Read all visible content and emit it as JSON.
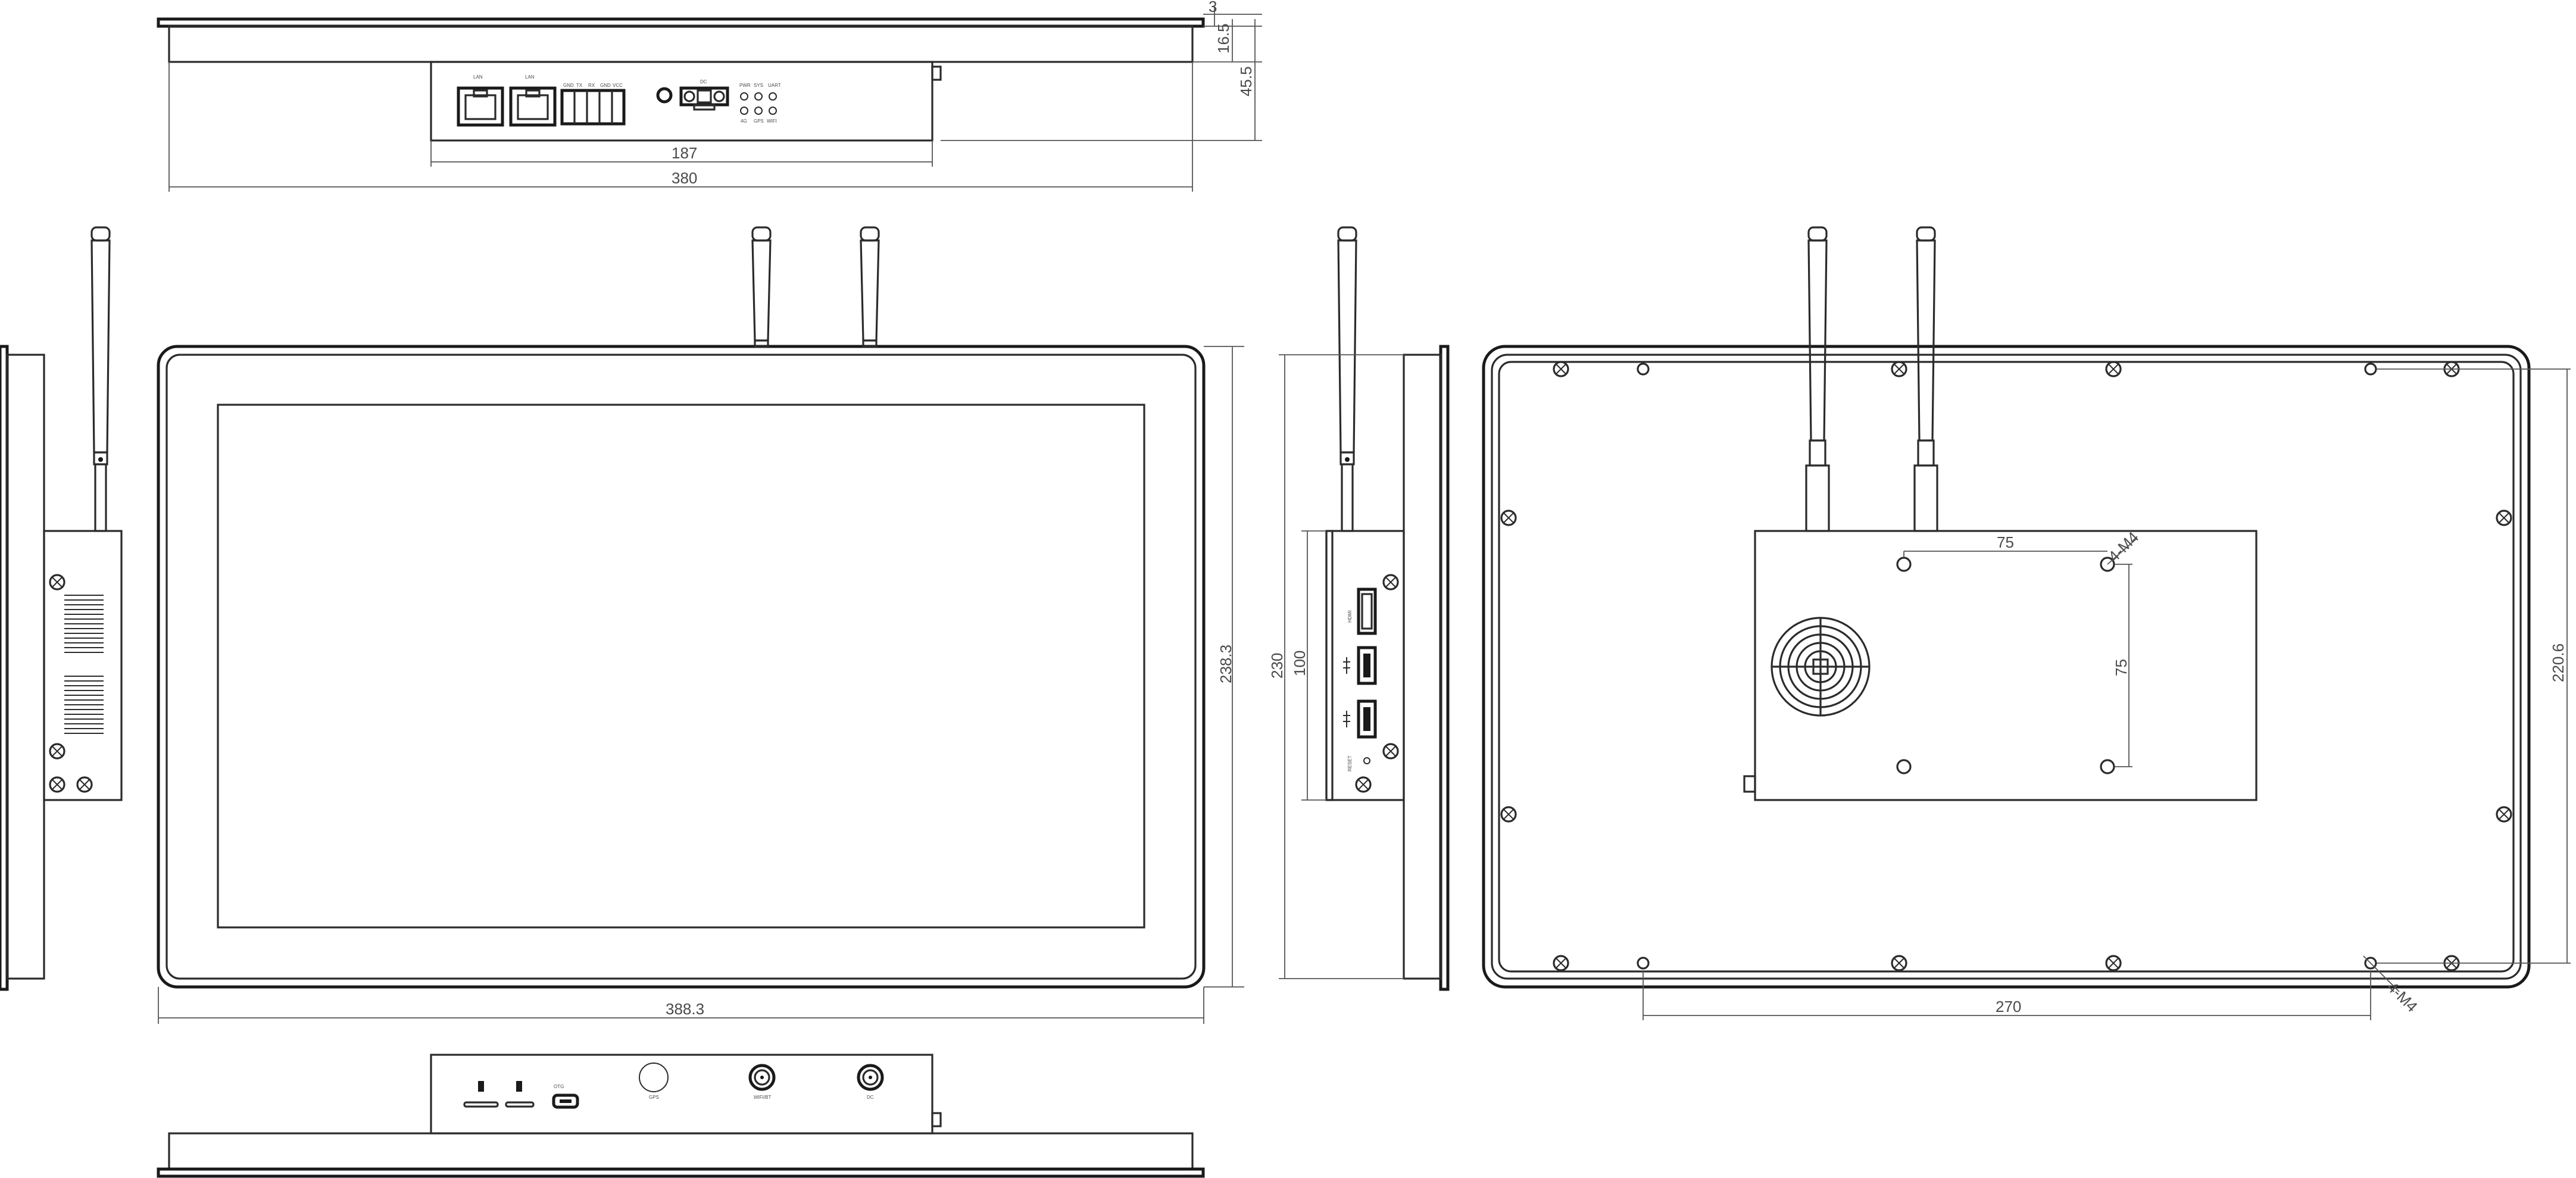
{
  "dimensions": {
    "top_thickness": "3",
    "top_bezel_depth": "16.5",
    "top_total_depth": "45.5",
    "box_width": "187",
    "overall_width": "380",
    "front_width": "388.3",
    "front_height": "238.3",
    "side_height": "230",
    "side_box_height": "100",
    "vesa_h": "75",
    "vesa_v": "75",
    "vesa_screw": "4-M4",
    "mount_hole_spacing": "270",
    "mount_height": "220.6",
    "mount_screw": "4-M4"
  },
  "port_labels": {
    "hdmi": "HDMI",
    "reset": "RESET",
    "dc": "DC",
    "gps": "GPS",
    "wifi": "WIFI/BT",
    "otg": "OTG",
    "lan": "LAN",
    "uart_labels": [
      "GND",
      "TX",
      "RX",
      "GND",
      "VCC"
    ],
    "led_labels": [
      "PWR",
      "SYS",
      "UART",
      "4G",
      "GPS",
      "WIFI"
    ]
  },
  "colors": {
    "line": "#2b2b2b",
    "dimension": "#555555",
    "text": "#4a4a4a"
  }
}
